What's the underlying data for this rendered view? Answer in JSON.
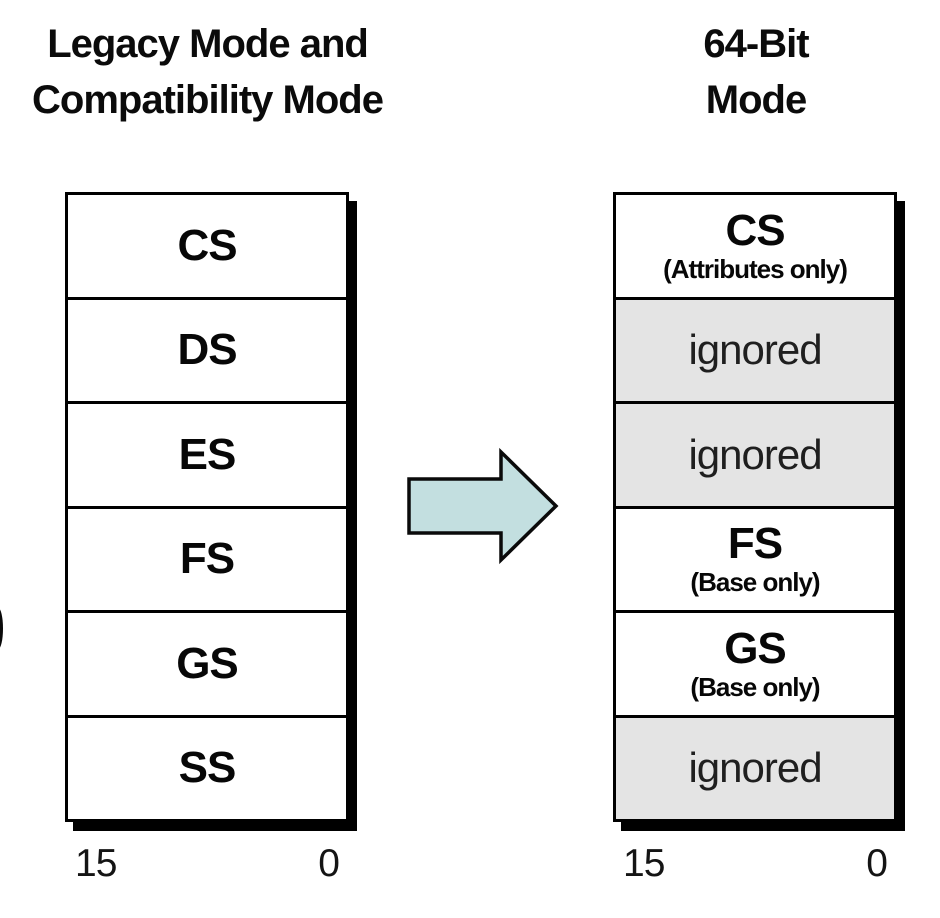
{
  "left_panel": {
    "title_line1": "Legacy Mode and",
    "title_line2": "Compatibility Mode",
    "registers": [
      "CS",
      "DS",
      "ES",
      "FS",
      "GS",
      "SS"
    ],
    "bit_high": "15",
    "bit_low": "0"
  },
  "right_panel": {
    "title_line1": "64-Bit",
    "title_line2": "Mode",
    "cells": [
      {
        "label": "CS",
        "sublabel": "(Attributes only)",
        "shaded": false
      },
      {
        "label": "ignored",
        "shaded": true
      },
      {
        "label": "ignored",
        "shaded": true
      },
      {
        "label": "FS",
        "sublabel": "(Base only)",
        "shaded": false
      },
      {
        "label": "GS",
        "sublabel": "(Base only)",
        "shaded": false
      },
      {
        "label": "ignored",
        "shaded": true
      }
    ],
    "bit_high": "15",
    "bit_low": "0"
  },
  "arrow": {
    "direction": "right",
    "fill": "#c3dfe0",
    "stroke": "#0a0a0a"
  },
  "colors": {
    "shaded_cell": "#e4e4e4",
    "border": "#000000",
    "background": "#ffffff"
  }
}
